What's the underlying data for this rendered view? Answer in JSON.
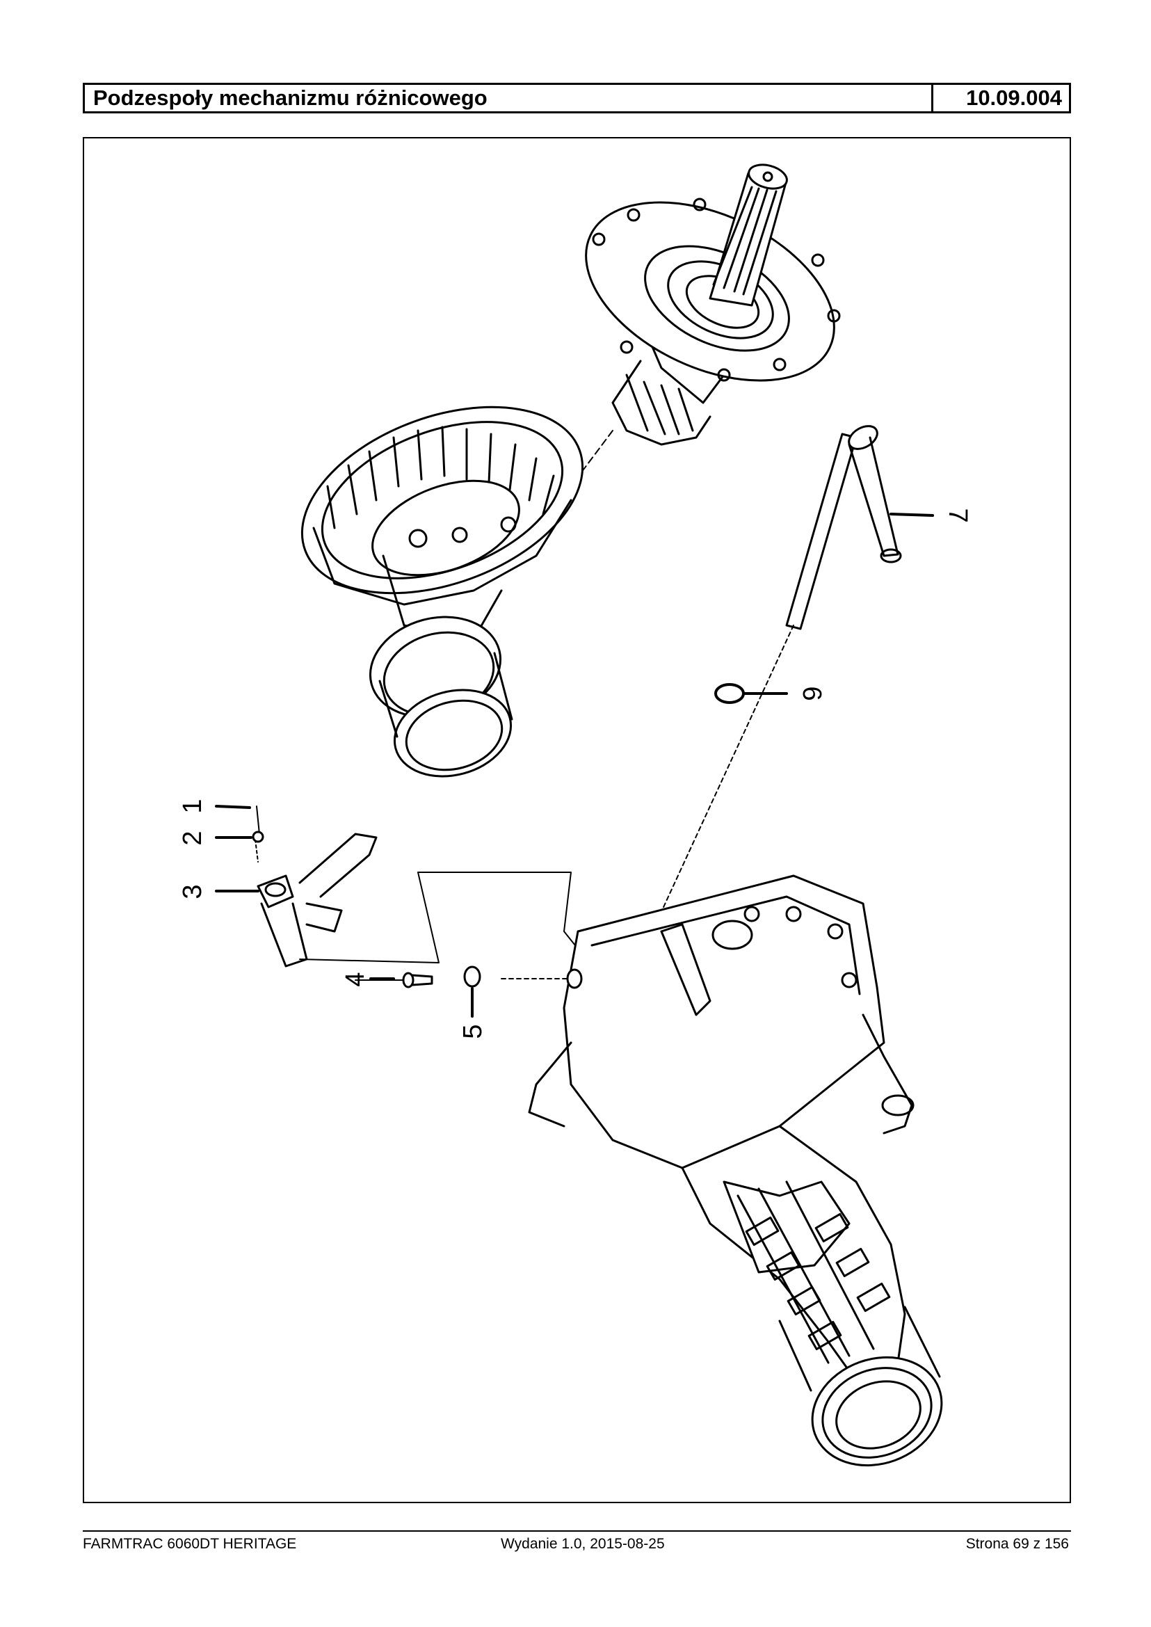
{
  "header": {
    "title": "Podzespoły mechanizmu różnicowego",
    "code": "10.09.004"
  },
  "callouts": [
    "1",
    "2",
    "3",
    "4",
    "5",
    "6",
    "7"
  ],
  "footer": {
    "model": "FARMTRAC 6060DT HERITAGE",
    "edition": "Wydanie 1.0,  2015-08-25",
    "page": "Strona 69 z 156"
  }
}
